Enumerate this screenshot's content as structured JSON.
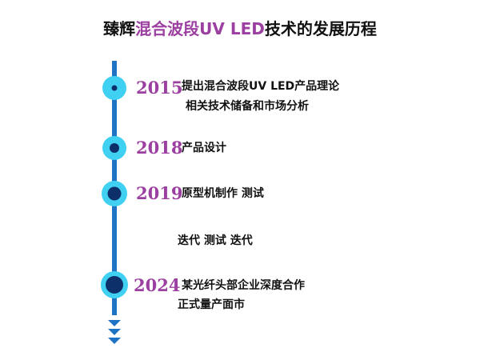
{
  "title": {
    "prefix": "臻辉",
    "accent": "混合波段UV LED",
    "suffix": "技术的发展历程"
  },
  "timeline": [
    {
      "year": "2015",
      "lines": [
        "提出混合波段UV LED产品理论",
        "相关技术储备和市场分析"
      ]
    },
    {
      "year": "2018",
      "lines": [
        "产品设计"
      ]
    },
    {
      "year": "2019",
      "lines": [
        "原型机制作 测试"
      ]
    },
    {
      "year": "",
      "lines": [
        "迭代 测试 迭代"
      ]
    },
    {
      "year": "2024",
      "lines": [
        "某光纤头部企业深度合作",
        "正式量产面市"
      ]
    }
  ],
  "colors": {
    "axis": "#1f73c4",
    "node_outer": "#3fd0f2",
    "node_inner": "#0d2f6a",
    "year": "#9b3fa0",
    "accent": "#9b3fa0"
  }
}
